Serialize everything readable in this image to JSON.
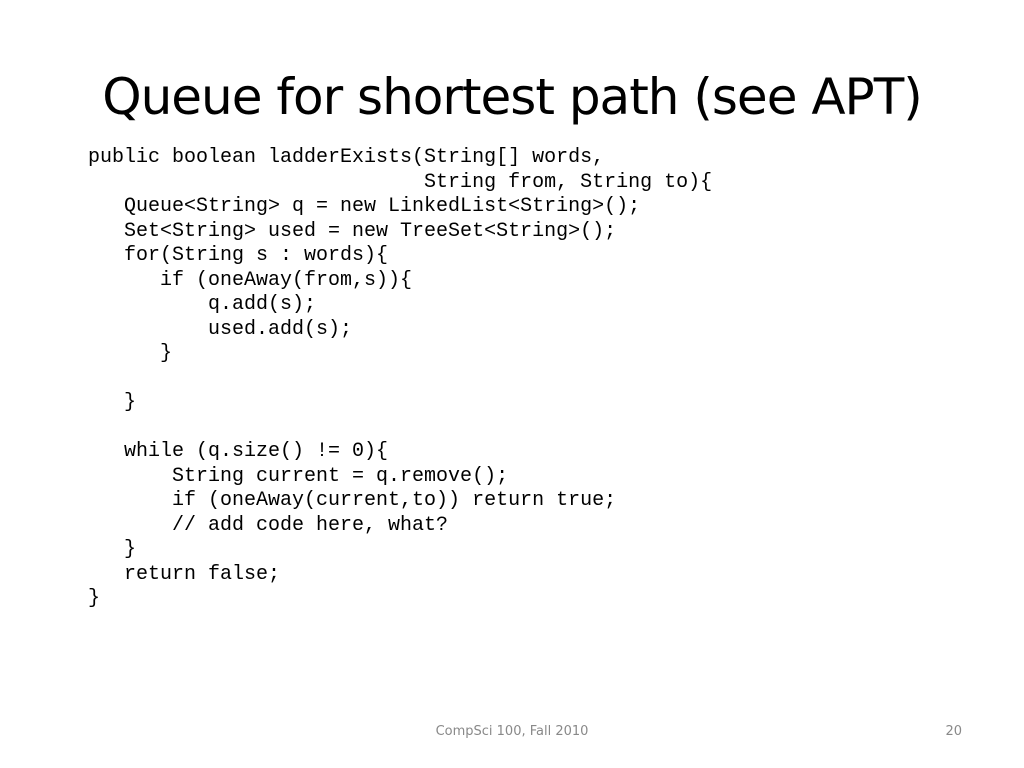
{
  "slide": {
    "title": "Queue for shortest path (see APT)",
    "code_lines": [
      "public boolean ladderExists(String[] words,",
      "                            String from, String to){",
      "   Queue<String> q = new LinkedList<String>();",
      "   Set<String> used = new TreeSet<String>();",
      "   for(String s : words){",
      "      if (oneAway(from,s)){",
      "          q.add(s);",
      "          used.add(s);",
      "      }",
      "",
      "   }",
      "",
      "   while (q.size() != 0){",
      "       String current = q.remove();",
      "       if (oneAway(current,to)) return true;",
      "       // add code here, what?",
      "   }",
      "   return false;",
      "}"
    ]
  },
  "footer": {
    "course": "CompSci 100, Fall 2010",
    "page_number": "20"
  }
}
